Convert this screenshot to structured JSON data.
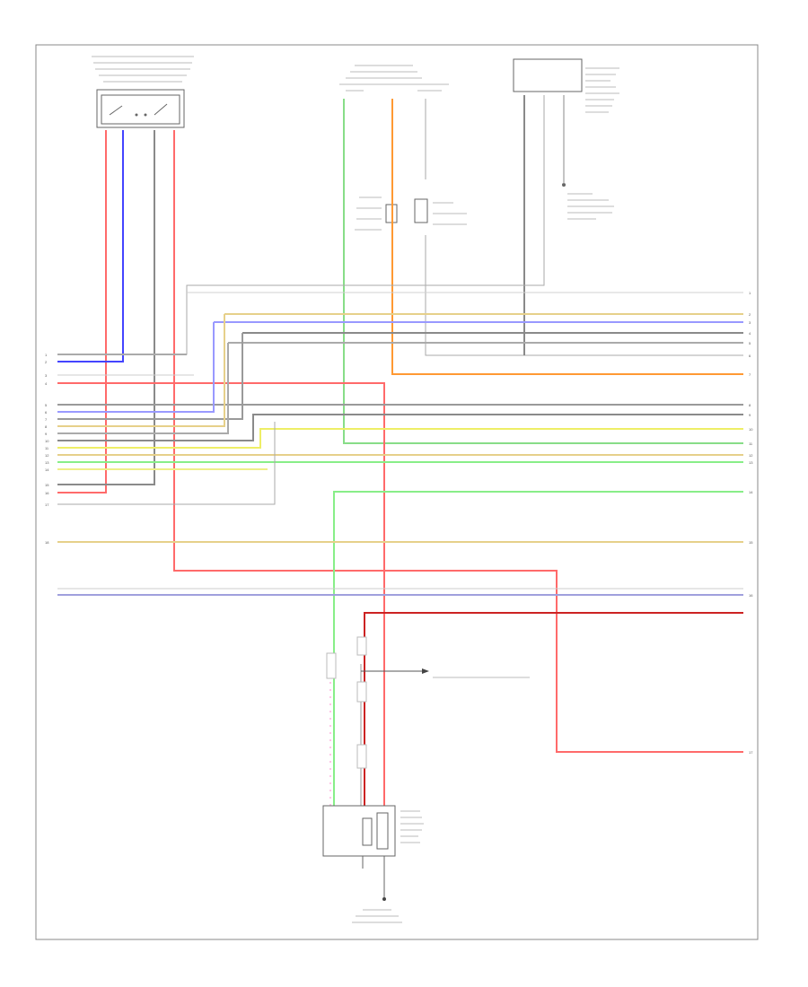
{
  "footer_code": "",
  "components": {
    "left_switch": {
      "label": ""
    },
    "center_unit": {
      "label": ""
    },
    "right_module": {
      "label": ""
    },
    "ground_note": {
      "label": ""
    },
    "bottom_unit": {
      "label": ""
    },
    "bottom_ground": {
      "label": ""
    },
    "arrow_note": {
      "label": ""
    }
  },
  "colors": {
    "red": "#ff6a6a",
    "blue": "#4444ff",
    "orange": "#ff9933",
    "green": "#66dd66",
    "yellow": "#eeee66",
    "tan": "#e6d08a",
    "gray": "#8a8a8a",
    "light_gray": "#c8c8c8",
    "dark_red": "#cc2222",
    "pink": "#ff8888",
    "violet": "#9999ff",
    "lavender": "#c0b0ff"
  },
  "left_connector_rows": [
    {
      "num": "1",
      "label": ""
    },
    {
      "num": "2",
      "label": ""
    },
    {
      "num": "3",
      "label": ""
    },
    {
      "num": "4",
      "label": ""
    },
    {
      "num": "5",
      "label": ""
    },
    {
      "num": "6",
      "label": ""
    },
    {
      "num": "7",
      "label": ""
    },
    {
      "num": "8",
      "label": ""
    },
    {
      "num": "9",
      "label": ""
    },
    {
      "num": "10",
      "label": ""
    },
    {
      "num": "11",
      "label": ""
    },
    {
      "num": "12",
      "label": ""
    },
    {
      "num": "13",
      "label": ""
    },
    {
      "num": "14",
      "label": ""
    },
    {
      "num": "15",
      "label": ""
    },
    {
      "num": "16",
      "label": ""
    },
    {
      "num": "17",
      "label": ""
    },
    {
      "num": "18",
      "label": ""
    }
  ],
  "right_connector_rows": [
    {
      "num": "1",
      "label": ""
    },
    {
      "num": "2",
      "label": ""
    },
    {
      "num": "3",
      "label": ""
    },
    {
      "num": "4",
      "label": ""
    },
    {
      "num": "5",
      "label": ""
    },
    {
      "num": "6",
      "label": ""
    },
    {
      "num": "7",
      "label": ""
    },
    {
      "num": "8",
      "label": ""
    },
    {
      "num": "9",
      "label": ""
    },
    {
      "num": "10",
      "label": ""
    },
    {
      "num": "11",
      "label": ""
    },
    {
      "num": "12",
      "label": ""
    },
    {
      "num": "13",
      "label": ""
    },
    {
      "num": "14",
      "label": ""
    },
    {
      "num": "15",
      "label": ""
    },
    {
      "num": "16",
      "label": ""
    },
    {
      "num": "17",
      "label": ""
    }
  ]
}
